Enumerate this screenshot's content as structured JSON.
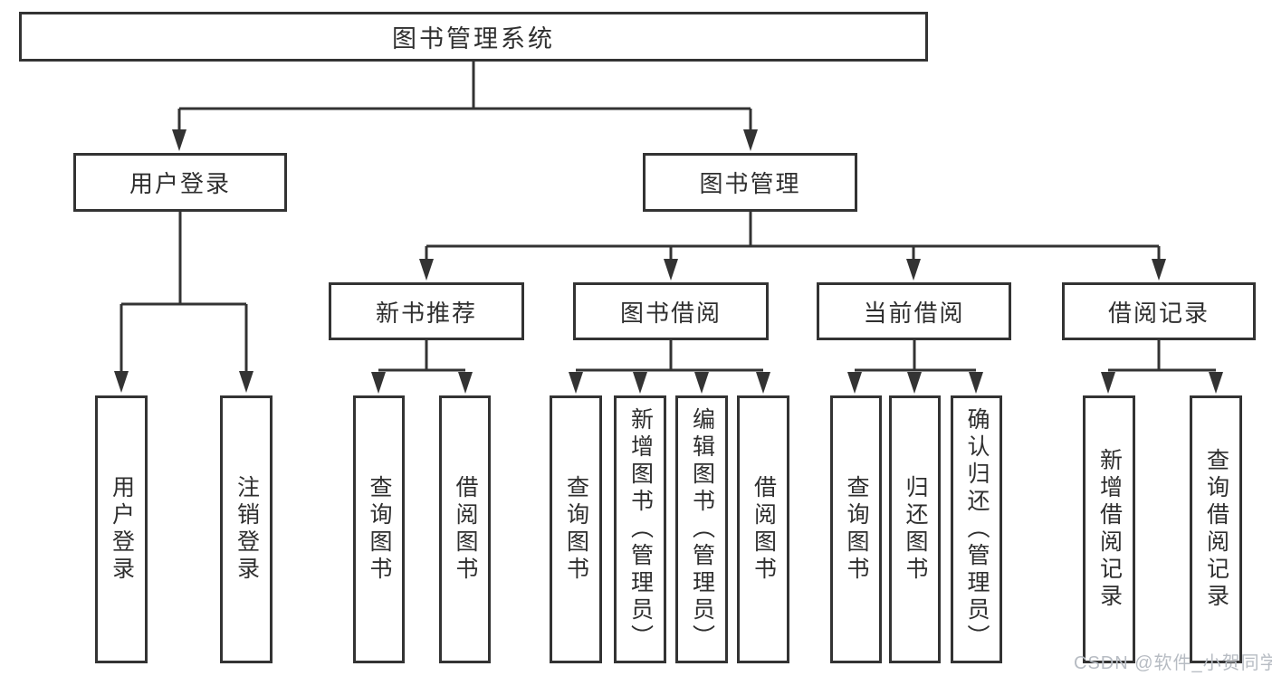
{
  "page": {
    "background": "#ffffff"
  },
  "colors": {
    "line": "#333333",
    "box_border": "#333333",
    "text": "#2f2f2f",
    "watermark": "#b7bcc3"
  },
  "tree": {
    "root": {
      "label": "图书管理系统"
    },
    "branches": [
      {
        "label": "用户登录",
        "children": [
          {
            "label": "用户登录"
          },
          {
            "label": "注销登录"
          }
        ]
      },
      {
        "label": "图书管理",
        "children": [
          {
            "label": "新书推荐",
            "children": [
              {
                "label": "查询图书"
              },
              {
                "label": "借阅图书"
              }
            ]
          },
          {
            "label": "图书借阅",
            "children": [
              {
                "label": "查询图书"
              },
              {
                "label": "新增图书（管理员）"
              },
              {
                "label": "编辑图书（管理员）"
              },
              {
                "label": "借阅图书"
              }
            ]
          },
          {
            "label": "当前借阅",
            "children": [
              {
                "label": "查询图书"
              },
              {
                "label": "归还图书"
              },
              {
                "label": "确认归还（管理员）"
              }
            ]
          },
          {
            "label": "借阅记录",
            "children": [
              {
                "label": "新增借阅记录"
              },
              {
                "label": "查询借阅记录"
              }
            ]
          }
        ]
      }
    ]
  },
  "watermark": {
    "text": "CSDN @软件_小贺同学"
  }
}
